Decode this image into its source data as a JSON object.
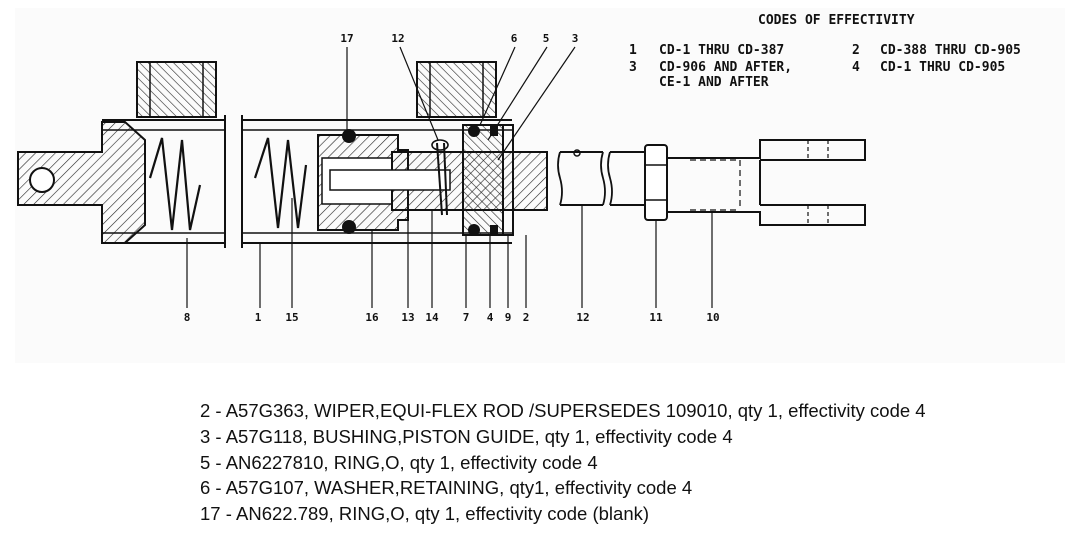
{
  "codes_of_effectivity": {
    "title": "CODES OF EFFECTIVITY",
    "entries": [
      {
        "code": "1",
        "text": "CD-1 THRU CD-387"
      },
      {
        "code": "2",
        "text": "CD-388 THRU CD-905"
      },
      {
        "code": "3",
        "text": "CD-906 AND AFTER,",
        "text2": "CE-1 AND AFTER"
      },
      {
        "code": "4",
        "text": "CD-1 THRU CD-905"
      }
    ]
  },
  "callouts": {
    "top": [
      "17",
      "12",
      "6",
      "5",
      "3"
    ],
    "bottom": [
      "8",
      "1",
      "15",
      "16",
      "13",
      "14",
      "7",
      "4",
      "9",
      "2",
      "12",
      "11",
      "10"
    ]
  },
  "parts_list": [
    "2 - A57G363, WIPER,EQUI-FLEX ROD /SUPERSEDES 109010, qty 1, effectivity code 4",
    "3 - A57G118, BUSHING,PISTON GUIDE, qty 1, effectivity code 4",
    "5 - AN6227810, RING,O, qty 1, effectivity code 4",
    "6 - A57G107, WASHER,RETAINING, qty1, effectivity code 4",
    "17 - AN622.789, RING,O, qty 1, effectivity code (blank)"
  ]
}
